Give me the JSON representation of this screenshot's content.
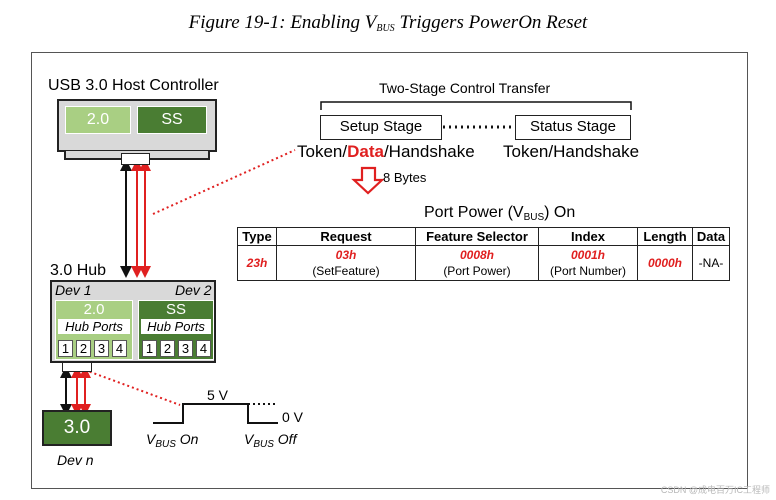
{
  "figure": {
    "title_prefix": "Figure 19-1: Enabling V",
    "title_sub": "BUS",
    "title_suffix": " Triggers PowerOn Reset"
  },
  "host": {
    "label": "USB 3.0 Host Controller",
    "port_usb2": "2.0",
    "port_ss": "SS"
  },
  "transfer": {
    "heading": "Two-Stage Control Transfer",
    "setup_stage": "Setup Stage",
    "status_stage": "Status Stage",
    "setup_token": "Token/",
    "setup_data": "Data",
    "setup_handshake": "/Handshake",
    "status_packets": "Token/Handshake",
    "bytes_label": "8 Bytes"
  },
  "port_power": {
    "title_prefix": "Port Power (V",
    "title_sub": "BUS",
    "title_suffix": ") On",
    "headers": [
      "Type",
      "Request",
      "Feature Selector",
      "Index",
      "Length",
      "Data"
    ],
    "type_value": "23h",
    "request_value": "03h",
    "request_name": "(SetFeature)",
    "feature_value": "0008h",
    "feature_name": "(Port Power)",
    "index_value": "0001h",
    "index_name": "(Port Number)",
    "length_value": "0000h",
    "data_value": "-NA-"
  },
  "hub": {
    "label": "3.0 Hub",
    "dev1": "Dev 1",
    "dev2": "Dev 2",
    "usb2": "2.0",
    "ss": "SS",
    "hub_ports": "Hub Ports",
    "ports": [
      "1",
      "2",
      "3",
      "4"
    ]
  },
  "device": {
    "box_label": "3.0",
    "name": "Dev n"
  },
  "vbus": {
    "voltage_high": "5 V",
    "voltage_low": "0 V",
    "on_prefix": "V",
    "on_sub": "BUS",
    "on_suffix": " On",
    "off_prefix": "V",
    "off_sub": "BUS",
    "off_suffix": " Off"
  },
  "watermark": "CSDN @成电百万IC工程师",
  "colors": {
    "usb2_green": "#a9cf83",
    "ss_green": "#4a7d33",
    "highlight_red": "#e02020",
    "device_gray": "#d9d9d9"
  }
}
